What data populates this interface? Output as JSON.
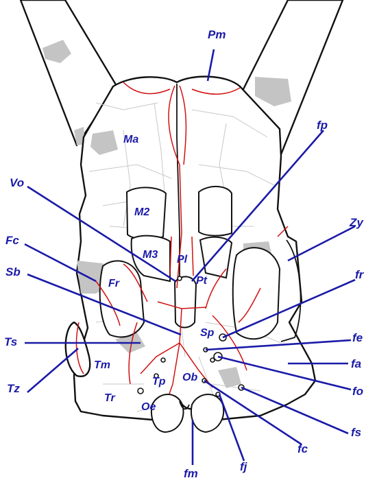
{
  "figure": {
    "colors": {
      "outline": "#111111",
      "suture": "#d01010",
      "leader": "#1a1aa8",
      "matrix": "#c4c4c4",
      "cracks": "#c8c8c8"
    },
    "labels": {
      "pm": "Pm",
      "fp": "fp",
      "vo": "Vo",
      "zy": "Zy",
      "fc_left": "Fc",
      "fr_right": "fr",
      "sb": "Sb",
      "ts": "Ts",
      "fe": "fe",
      "fa": "fa",
      "tz": "Tz",
      "fo": "fo",
      "fs": "fs",
      "fc_bottom": "fc",
      "fj": "fj",
      "fm": "fm",
      "ma": "Ma",
      "m2": "M2",
      "m3": "M3",
      "pl": "Pl",
      "pt": "Pt",
      "fr_left": "Fr",
      "sp": "Sp",
      "tm": "Tm",
      "tp": "Tp",
      "ob": "Ob",
      "tr": "Tr",
      "oe": "Oe"
    }
  }
}
